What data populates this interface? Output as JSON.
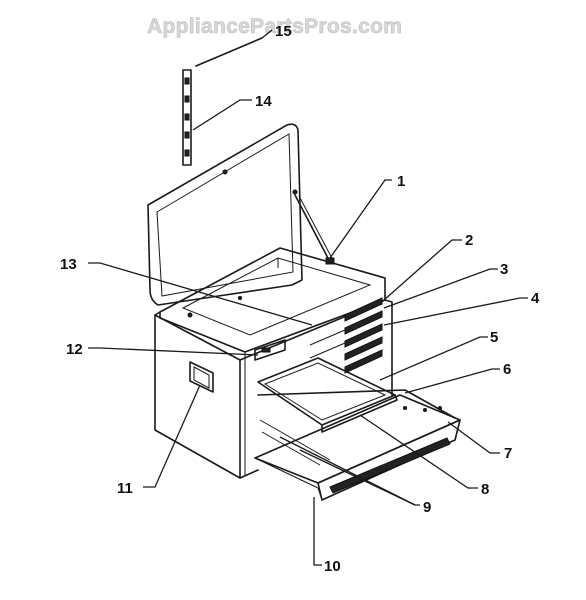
{
  "watermark": "AppliancePartsPros.com",
  "callouts": {
    "c1": "1",
    "c2": "2",
    "c3": "3",
    "c4": "4",
    "c5": "5",
    "c6": "6",
    "c7": "7",
    "c8": "8",
    "c9": "9",
    "c10": "10",
    "c11": "11",
    "c12": "12",
    "c13": "13",
    "c14": "14",
    "c15": "15"
  }
}
